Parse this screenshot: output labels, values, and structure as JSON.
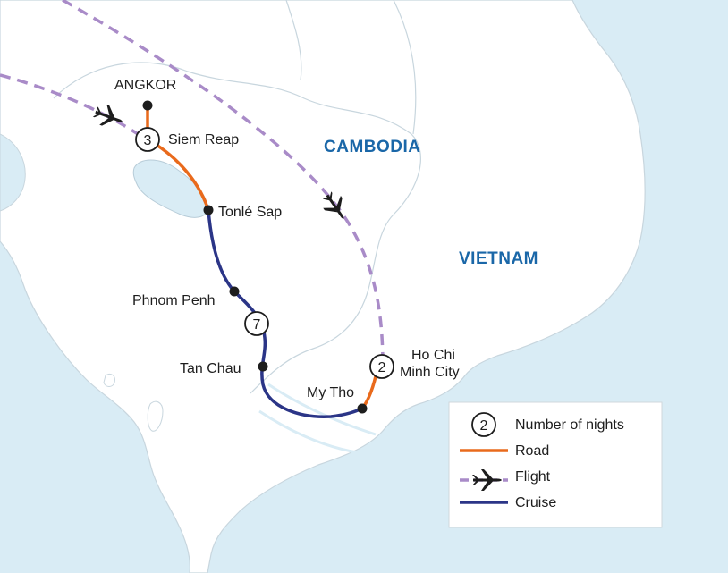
{
  "countries": {
    "cambodia": "CAMBODIA",
    "vietnam": "VIETNAM"
  },
  "places": {
    "angkor": "ANGKOR",
    "siem_reap": "Siem Reap",
    "tonle_sap": "Tonlé Sap",
    "phnom_penh": "Phnom Penh",
    "tan_chau": "Tan Chau",
    "my_tho": "My Tho",
    "ho_chi_minh_line1": "Ho Chi",
    "ho_chi_minh_line2": "Minh City"
  },
  "nights": {
    "siem_reap": "3",
    "cruise": "7",
    "ho_chi_minh": "2"
  },
  "legend": {
    "nights_sample": "2",
    "nights_label": "Number of nights",
    "road": "Road",
    "flight": "Flight",
    "cruise": "Cruise"
  },
  "colors": {
    "sea": "#d9ecf5",
    "land": "#ffffff",
    "border": "#c8d6de",
    "road": "#e96a1c",
    "flight": "#a98bc8",
    "cruise": "#2b3587",
    "country_label": "#1a67a8"
  }
}
